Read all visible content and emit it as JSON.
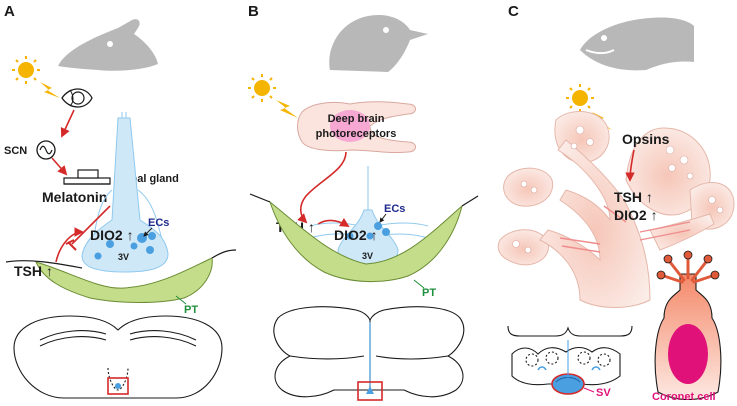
{
  "panels": {
    "a": {
      "label": "A",
      "scn": "SCN",
      "pineal_gland": "Pineal gland",
      "melatonin": "Melatonin",
      "dio2": "DIO2 ↑",
      "ecs": "ECs",
      "tsh": "TSH ↑",
      "ventricle": "3V",
      "pt": "PT"
    },
    "b": {
      "label": "B",
      "deep_brain": "Deep brain",
      "photoreceptors": "photoreceptors",
      "tsh": "TSH ↑",
      "dio2": "DIO2 ↑",
      "ecs": "ECs",
      "ventricle": "3V",
      "pt": "PT"
    },
    "c": {
      "label": "C",
      "opsins": "Opsins",
      "tsh": "TSH ↑",
      "dio2": "DIO2 ↑",
      "sv": "SV",
      "coronet_cell": "Coronet cell"
    }
  },
  "colors": {
    "silhouette": "#b8b8b8",
    "sun": "#f5b400",
    "arrow": "#d42a2a",
    "ventricle": "#cfe8f8",
    "ecs": "#4a9fe0",
    "pt_band": "#c4dd8a",
    "skin": "#f6ddd6",
    "coronet": "#e0127a"
  }
}
